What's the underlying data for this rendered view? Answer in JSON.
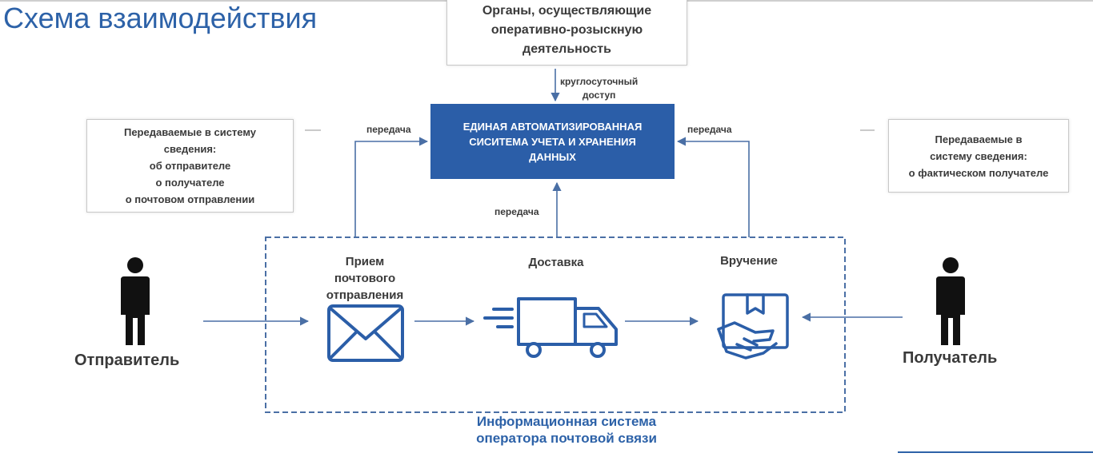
{
  "title": "Схема взаимодействия",
  "organs": {
    "lines": [
      "Органы, осуществляющие",
      "оперативно-розыскную",
      "деятельность"
    ]
  },
  "access_label": {
    "lines": [
      "круглосуточный",
      "доступ"
    ]
  },
  "central": {
    "lines": [
      "ЕДИНАЯ АВТОМАТИЗИРОВАННАЯ",
      "СИСИТЕМА УЧЕТА И ХРАНЕНИЯ",
      "ДАННЫХ"
    ]
  },
  "left_info": {
    "lines": [
      "Передаваемые в систему",
      "сведения:",
      "об отправителе",
      "о получателе",
      "о почтовом отправлении"
    ]
  },
  "right_info": {
    "lines": [
      "Передаваемые в",
      "систему сведения:",
      "о фактическом получателе"
    ]
  },
  "transfer_labels": {
    "left": "передача",
    "middle": "передача",
    "right": "передача"
  },
  "steps": {
    "reception": [
      "Прием",
      "почтового",
      "отправления"
    ],
    "delivery": "Доставка",
    "handover": "Вручение"
  },
  "sender": "Отправитель",
  "recipient": "Получатель",
  "system_caption": [
    "Информационная система",
    "оператора почтовой связи"
  ],
  "colors": {
    "accent": "#2d62a8",
    "central_fill": "#2b5ea8",
    "arrow": "#4a6fa5",
    "text": "#3a3a3a"
  },
  "icons": [
    "envelope-icon",
    "delivery-truck-icon",
    "package-handover-icon",
    "person-icon"
  ]
}
